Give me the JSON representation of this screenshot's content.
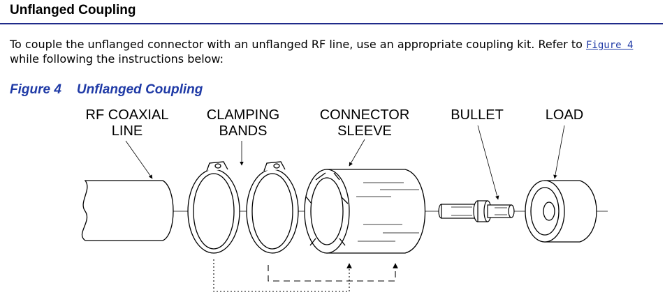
{
  "section": {
    "title": "Unflanged Coupling"
  },
  "body": {
    "text_before_link": "To couple the unflanged connector with an unflanged RF line, use an appropriate coupling kit. Refer to ",
    "link_text": "Figure 4",
    "text_after_link": "while following the instructions below:"
  },
  "figure": {
    "number": "Figure 4",
    "title": "Unflanged Coupling",
    "labels": {
      "rf_coaxial_line": [
        "RF COAXIAL",
        "LINE"
      ],
      "clamping_bands": [
        "CLAMPING",
        "BANDS"
      ],
      "connector_sleeve": [
        "CONNECTOR",
        "SLEEVE"
      ],
      "bullet": "BULLET",
      "load": "LOAD"
    },
    "link_color": "#1f3aa6",
    "rule_color": "#1f2b8a"
  }
}
